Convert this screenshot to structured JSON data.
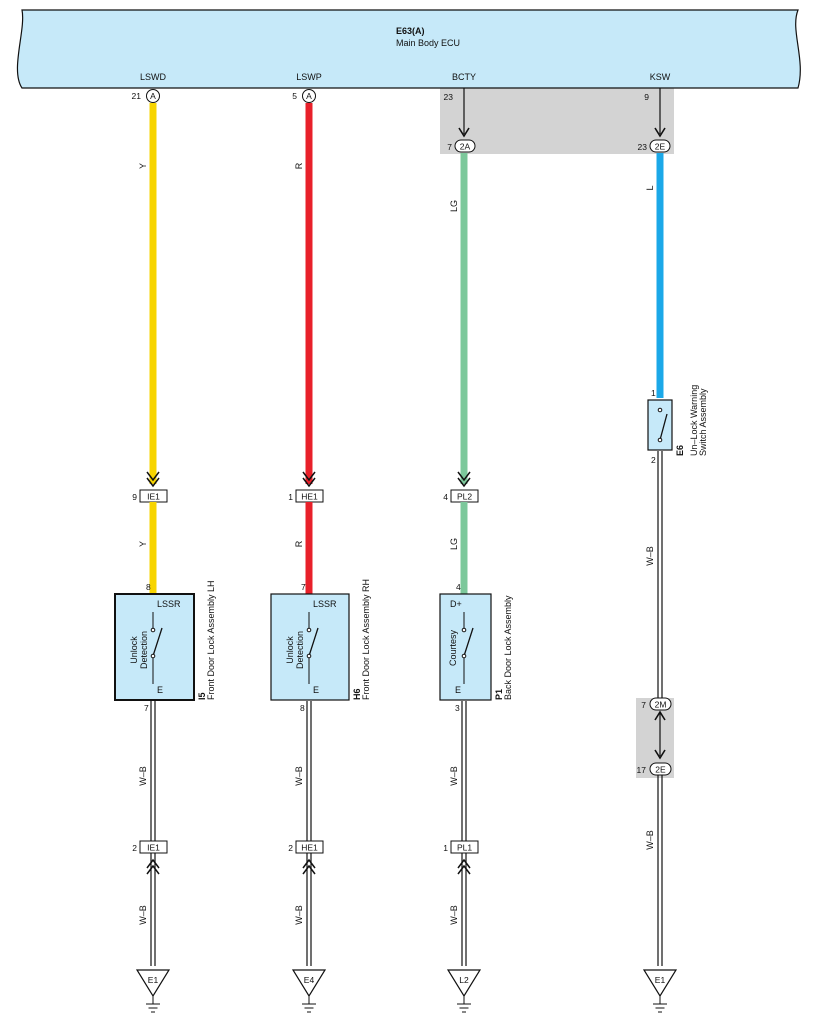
{
  "ecu": {
    "code": "E63(A)",
    "name": "Main Body ECU"
  },
  "columns": [
    {
      "key": "lswd",
      "terminal": "LSWD",
      "ecu_pin": "21",
      "ecu_connector": "A",
      "wire_color": "#f7d400",
      "wire_code": "Y",
      "junction": {
        "pin": "9",
        "connector": "IE1"
      },
      "component": {
        "code": "I5",
        "name": "Front Door Lock Assembly LH",
        "pin_in": "8",
        "pin_out": "7",
        "term_in": "LSSR",
        "term_out": "E",
        "switch_label": [
          "Unlock",
          "Detection"
        ]
      },
      "ground_wire_code": "W–B",
      "ground_conn": {
        "pin": "2",
        "connector": "IE1"
      },
      "ground_point": "E1"
    },
    {
      "key": "lswp",
      "terminal": "LSWP",
      "ecu_pin": "5",
      "ecu_connector": "A",
      "wire_color": "#e8202a",
      "wire_code": "R",
      "junction": {
        "pin": "1",
        "connector": "HE1"
      },
      "component": {
        "code": "H6",
        "name": "Front Door Lock Assembly RH",
        "pin_in": "7",
        "pin_out": "8",
        "term_in": "LSSR",
        "term_out": "E",
        "switch_label": [
          "Unlock",
          "Detection"
        ]
      },
      "ground_wire_code": "W–B",
      "ground_conn": {
        "pin": "2",
        "connector": "HE1"
      },
      "ground_point": "E4"
    },
    {
      "key": "bcty",
      "terminal": "BCTY",
      "ecu_pin": "23",
      "ecu_connector": "",
      "junction_top": {
        "pin": "7",
        "connector": "2A"
      },
      "wire_color": "#7cc89b",
      "wire_code": "LG",
      "junction": {
        "pin": "4",
        "connector": "PL2"
      },
      "component": {
        "code": "P1",
        "name": "Back Door Lock Assembly",
        "pin_in": "4",
        "pin_out": "3",
        "term_in": "D+",
        "term_out": "E",
        "switch_label": [
          "Courtesy"
        ]
      },
      "ground_wire_code": "W–B",
      "ground_conn": {
        "pin": "1",
        "connector": "PL1"
      },
      "ground_point": "L2"
    },
    {
      "key": "ksw",
      "terminal": "KSW",
      "ecu_pin": "9",
      "ecu_connector": "",
      "junction_top": {
        "pin": "23",
        "connector": "2E"
      },
      "wire_color": "#1ba8e8",
      "wire_code": "L",
      "component": {
        "code": "E6",
        "name": "Un–Lock Warning",
        "name2": "Switch Assembly",
        "pin_in": "1",
        "pin_out": "2"
      },
      "ground_wire_code": "W–B",
      "mid_conn_a": {
        "pin": "7",
        "connector": "2M"
      },
      "mid_conn_b": {
        "pin": "17",
        "connector": "2E"
      },
      "ground_point": "E1"
    }
  ],
  "colors": {
    "ecu_fill": "#c6e9f9",
    "component_fill": "#c6e9f9",
    "shade": "#d3d3d3"
  }
}
